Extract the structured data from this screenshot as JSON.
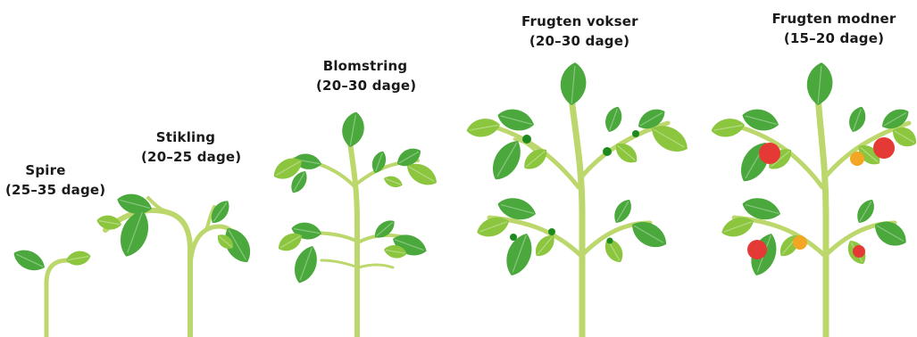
{
  "stages": [
    {
      "name": "Spire",
      "duration": "(25–35 dage)"
    },
    {
      "name": "Stikling",
      "duration": "(20–25 dage)"
    },
    {
      "name": "Blomstring",
      "duration": "(20–30 dage)"
    },
    {
      "name": "Frugten vokser",
      "duration": "(20–30 dage)"
    },
    {
      "name": "Frugten modner",
      "duration": "(15–20 dage)"
    }
  ],
  "colors": {
    "stem": "#bcd76b",
    "leaf_light": "#8cc63f",
    "leaf_dark": "#4aa83c",
    "leaf_mid": "#6ab84a",
    "fruit_green": "#1e8a1e",
    "fruit_red": "#e53935",
    "fruit_orange": "#f2a623"
  }
}
